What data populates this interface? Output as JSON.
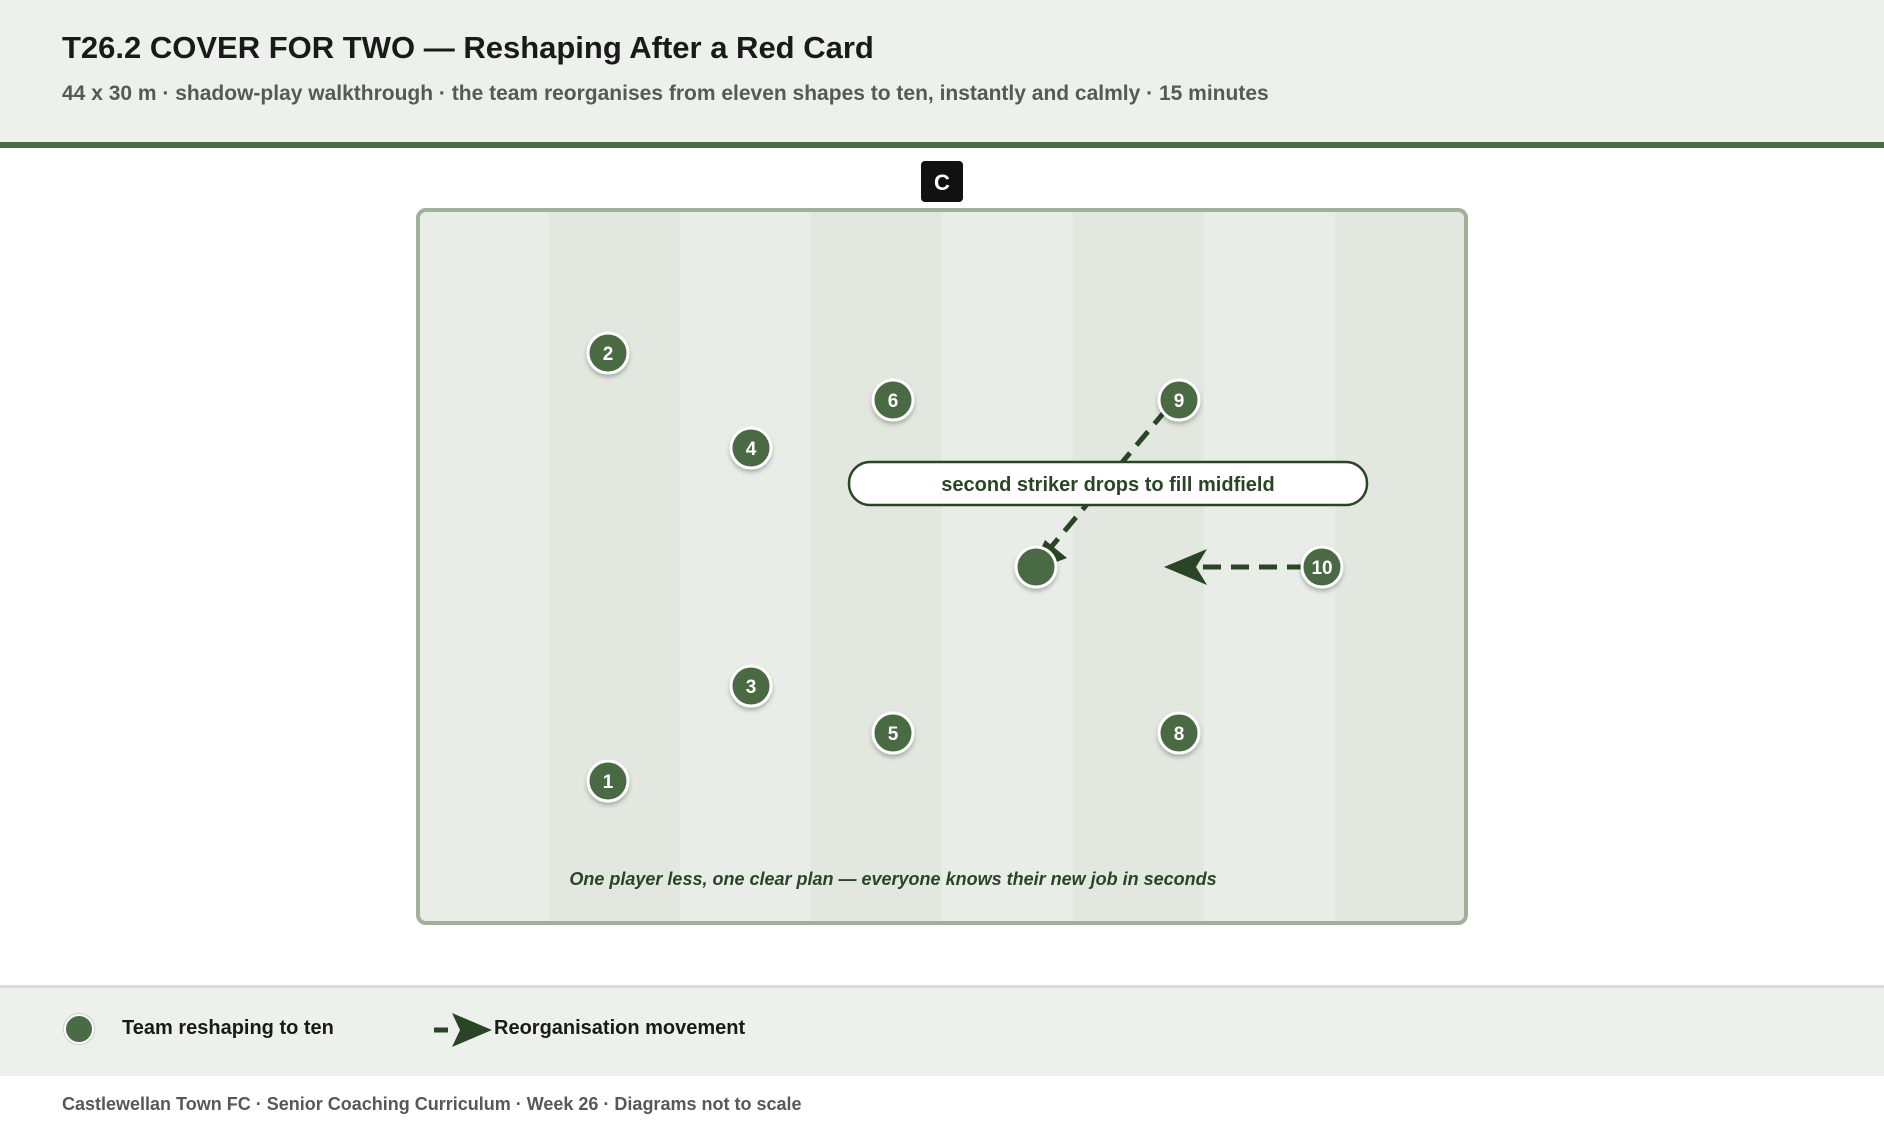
{
  "header": {
    "title": "T26.2 COVER FOR TWO — Reshaping After a Red Card",
    "subtitle": "44 x 30 m · shadow-play walkthrough · the team reorganises from eleven shapes to ten, instantly and calmly · 15 minutes"
  },
  "diagram": {
    "goal_marker": "C",
    "players": [
      {
        "number": "2",
        "label": "2"
      },
      {
        "number": "6",
        "label": "6"
      },
      {
        "number": "9",
        "label": "9"
      },
      {
        "number": "4",
        "label": "4"
      },
      {
        "number": "",
        "label": ""
      },
      {
        "number": "10",
        "label": "10"
      },
      {
        "number": "3",
        "label": "3"
      },
      {
        "number": "5",
        "label": "5"
      },
      {
        "number": "8",
        "label": "8"
      },
      {
        "number": "1",
        "label": "1"
      }
    ],
    "callout": "second striker drops to fill midfield",
    "caption": "One player less, one clear plan — everyone knows their new job in seconds"
  },
  "legend": {
    "team_label": "Team reshaping to ten",
    "movement_label": "Reorganisation movement"
  },
  "footer": {
    "credit": "Castlewellan Town FC · Senior Coaching Curriculum · Week 26 · Diagrams not to scale"
  },
  "colors": {
    "team": "#4a6b43",
    "arrow": "#2a4526",
    "pitch_light": "#e9ede7",
    "pitch_dark": "#e2e8e0",
    "pitch_border": "#9fb19b",
    "header_rule": "#4a6b43"
  }
}
